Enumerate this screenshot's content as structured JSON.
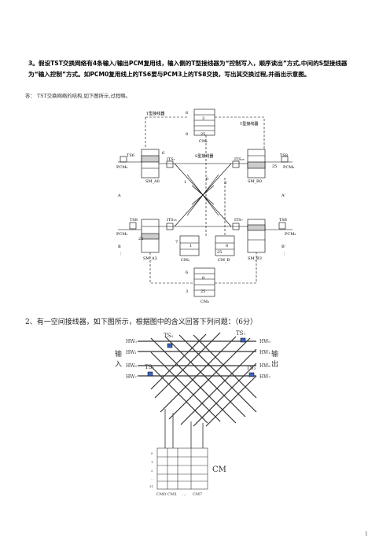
{
  "question3": {
    "text": "3。假设TST交换网络有4条输入/输出PCM复用线，输入侧的T型接线器为“控制写入，顺序读出”方式,中间的S型接线器为“输入控制”方式。如PCM0复用线上的TS6要与PCM3上的TS8交换，写出其交换过程,并画出示意图。"
  },
  "answer": {
    "text": "答：  TST交换网络的结构,如下图所示,过程略。"
  },
  "diagram1": {
    "labels": {
      "t_left": "T型接线器",
      "t_right": "T型接线器",
      "s_switch": "S型接线器",
      "cm_a": "CMₐ",
      "cm_b": "CM_B",
      "cm0": "CM₀",
      "cm3": "CM₃",
      "sma0": "SM_A0",
      "smb0": "SM_B0",
      "sma3": "SM_A3",
      "smb3": "SM_B3",
      "pcm0_in": "PCM₀",
      "pcm0_out": "PCM₀",
      "pcm3_in": "PCM₃",
      "pcm3_out": "PCM₃",
      "a": "A",
      "a_prime": "A'",
      "b": "B",
      "b_prime": "B'",
      "dots": "⋮",
      "its7": "ITS₇",
      "its25": "ITS₂₅",
      "its25b": "ITS₂₅",
      "its7b": "ITS₇",
      "ts6a": "TS6",
      "ts8a": "TS8",
      "ts8b": "TS8",
      "ts6b": "TS6",
      "cma_6": "6",
      "cma_3": "3",
      "cma_8": "8",
      "cma_25": "25",
      "cm3_6": "6",
      "cm3_8": "8",
      "cm3_3": "3",
      "cm3_25": "25",
      "n6": "6",
      "n25a": "25",
      "n8a": "8",
      "n8b": "8",
      "n25b": "25",
      "n6b": "6",
      "n0a": "0",
      "n3a": "3",
      "n0b": "0",
      "n3b": "3",
      "n7a": "7",
      "n7b": "7",
      "cm0_7": "7",
      "cm0_25": "25",
      "cm0_1": "1",
      "cm3x_7": "7",
      "cm3x_25": "25",
      "cm3x_0": "0",
      "x1": "1",
      "x0": "0",
      "x25": "25",
      "x3": "3"
    }
  },
  "question2": {
    "text": "2、有一空间接线器，如下图所示，根据图中的含义回答下列问题：（6分）"
  },
  "diagram2": {
    "hw_in": [
      "HW₀",
      "HW₁",
      "HW₆",
      "HW₇"
    ],
    "hw_out": [
      "HW₀",
      "HW₁",
      "HW₆",
      "HW₇"
    ],
    "ts_top_left": "TS₀",
    "ts_top_right": "TS₇",
    "ts_mid_left": "TS₁",
    "ts_mid_right": "TS₂",
    "input_label": [
      "输",
      "入"
    ],
    "output_label": [
      "输",
      "出"
    ],
    "cm_label": "CM",
    "cm_rows": [
      "0",
      "1",
      "2",
      "…",
      "31"
    ],
    "cm_cols": [
      "CM0",
      "CM1",
      "…",
      "CM7"
    ]
  },
  "page_number": "1"
}
